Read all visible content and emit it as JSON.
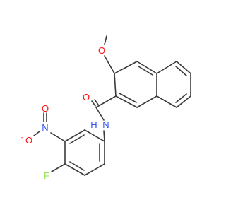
{
  "molecule": {
    "atoms": {
      "methyl": {
        "text": "",
        "color": "#3a3a3a"
      },
      "methoxy_o": {
        "text": "O",
        "color": "#ff0d0d"
      },
      "carbonyl_o": {
        "text": "O",
        "color": "#ff0d0d"
      },
      "amide_n": {
        "text": "N",
        "color": "#3050f8"
      },
      "amide_h": {
        "text": "H",
        "color": "#3050f8"
      },
      "nitro_n": {
        "text": "N",
        "color": "#3050f8"
      },
      "nitro_n_charge": {
        "text": "+",
        "color": "#3050f8"
      },
      "nitro_o_top": {
        "text": "O",
        "color": "#ff0d0d"
      },
      "nitro_o_left": {
        "text": "O",
        "color": "#ff0d0d"
      },
      "nitro_o_charge": {
        "text": "-",
        "color": "#ff0d0d"
      },
      "fluorine": {
        "text": "F",
        "color": "#90e050"
      }
    },
    "bond_color": "#3a3a3a"
  }
}
